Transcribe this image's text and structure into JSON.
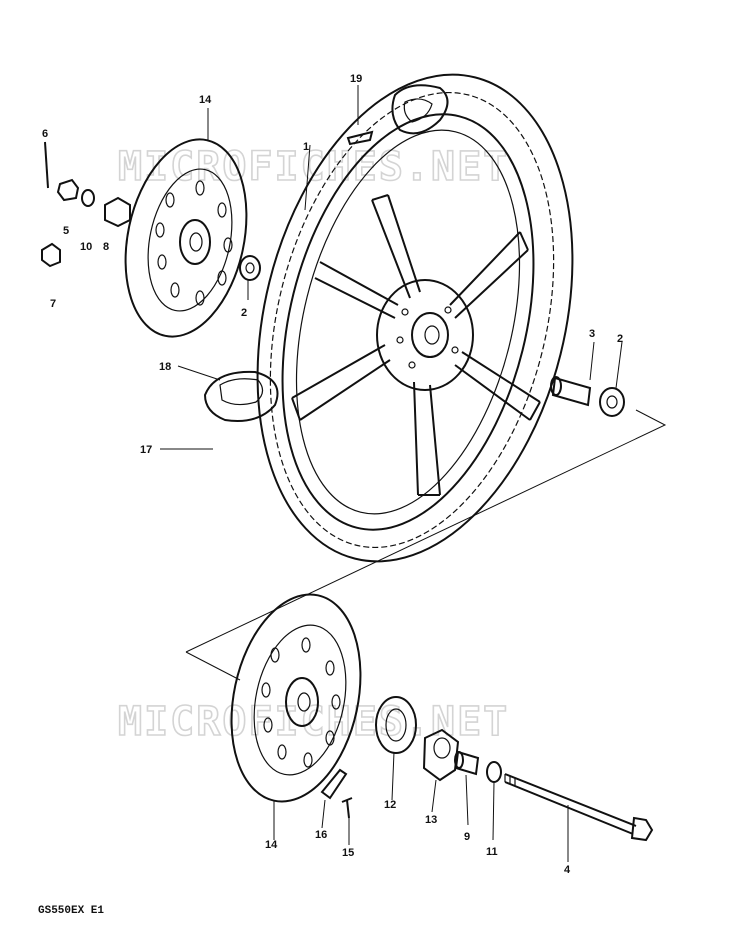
{
  "watermarks": [
    "MICROFICHES.NET",
    "MICROFICHES.NET"
  ],
  "diagram_code": "GS550EX E1",
  "callouts": [
    {
      "id": "1",
      "label": "1"
    },
    {
      "id": "2a",
      "label": "2"
    },
    {
      "id": "2b",
      "label": "2"
    },
    {
      "id": "3",
      "label": "3"
    },
    {
      "id": "4",
      "label": "4"
    },
    {
      "id": "5",
      "label": "5"
    },
    {
      "id": "6",
      "label": "6"
    },
    {
      "id": "7",
      "label": "7"
    },
    {
      "id": "8",
      "label": "8"
    },
    {
      "id": "9",
      "label": "9"
    },
    {
      "id": "10",
      "label": "10"
    },
    {
      "id": "11",
      "label": "11"
    },
    {
      "id": "12",
      "label": "12"
    },
    {
      "id": "13",
      "label": "13"
    },
    {
      "id": "14a",
      "label": "14"
    },
    {
      "id": "14b",
      "label": "14"
    },
    {
      "id": "15",
      "label": "15"
    },
    {
      "id": "16",
      "label": "16"
    },
    {
      "id": "17",
      "label": "17"
    },
    {
      "id": "18",
      "label": "18"
    },
    {
      "id": "19",
      "label": "19"
    }
  ]
}
